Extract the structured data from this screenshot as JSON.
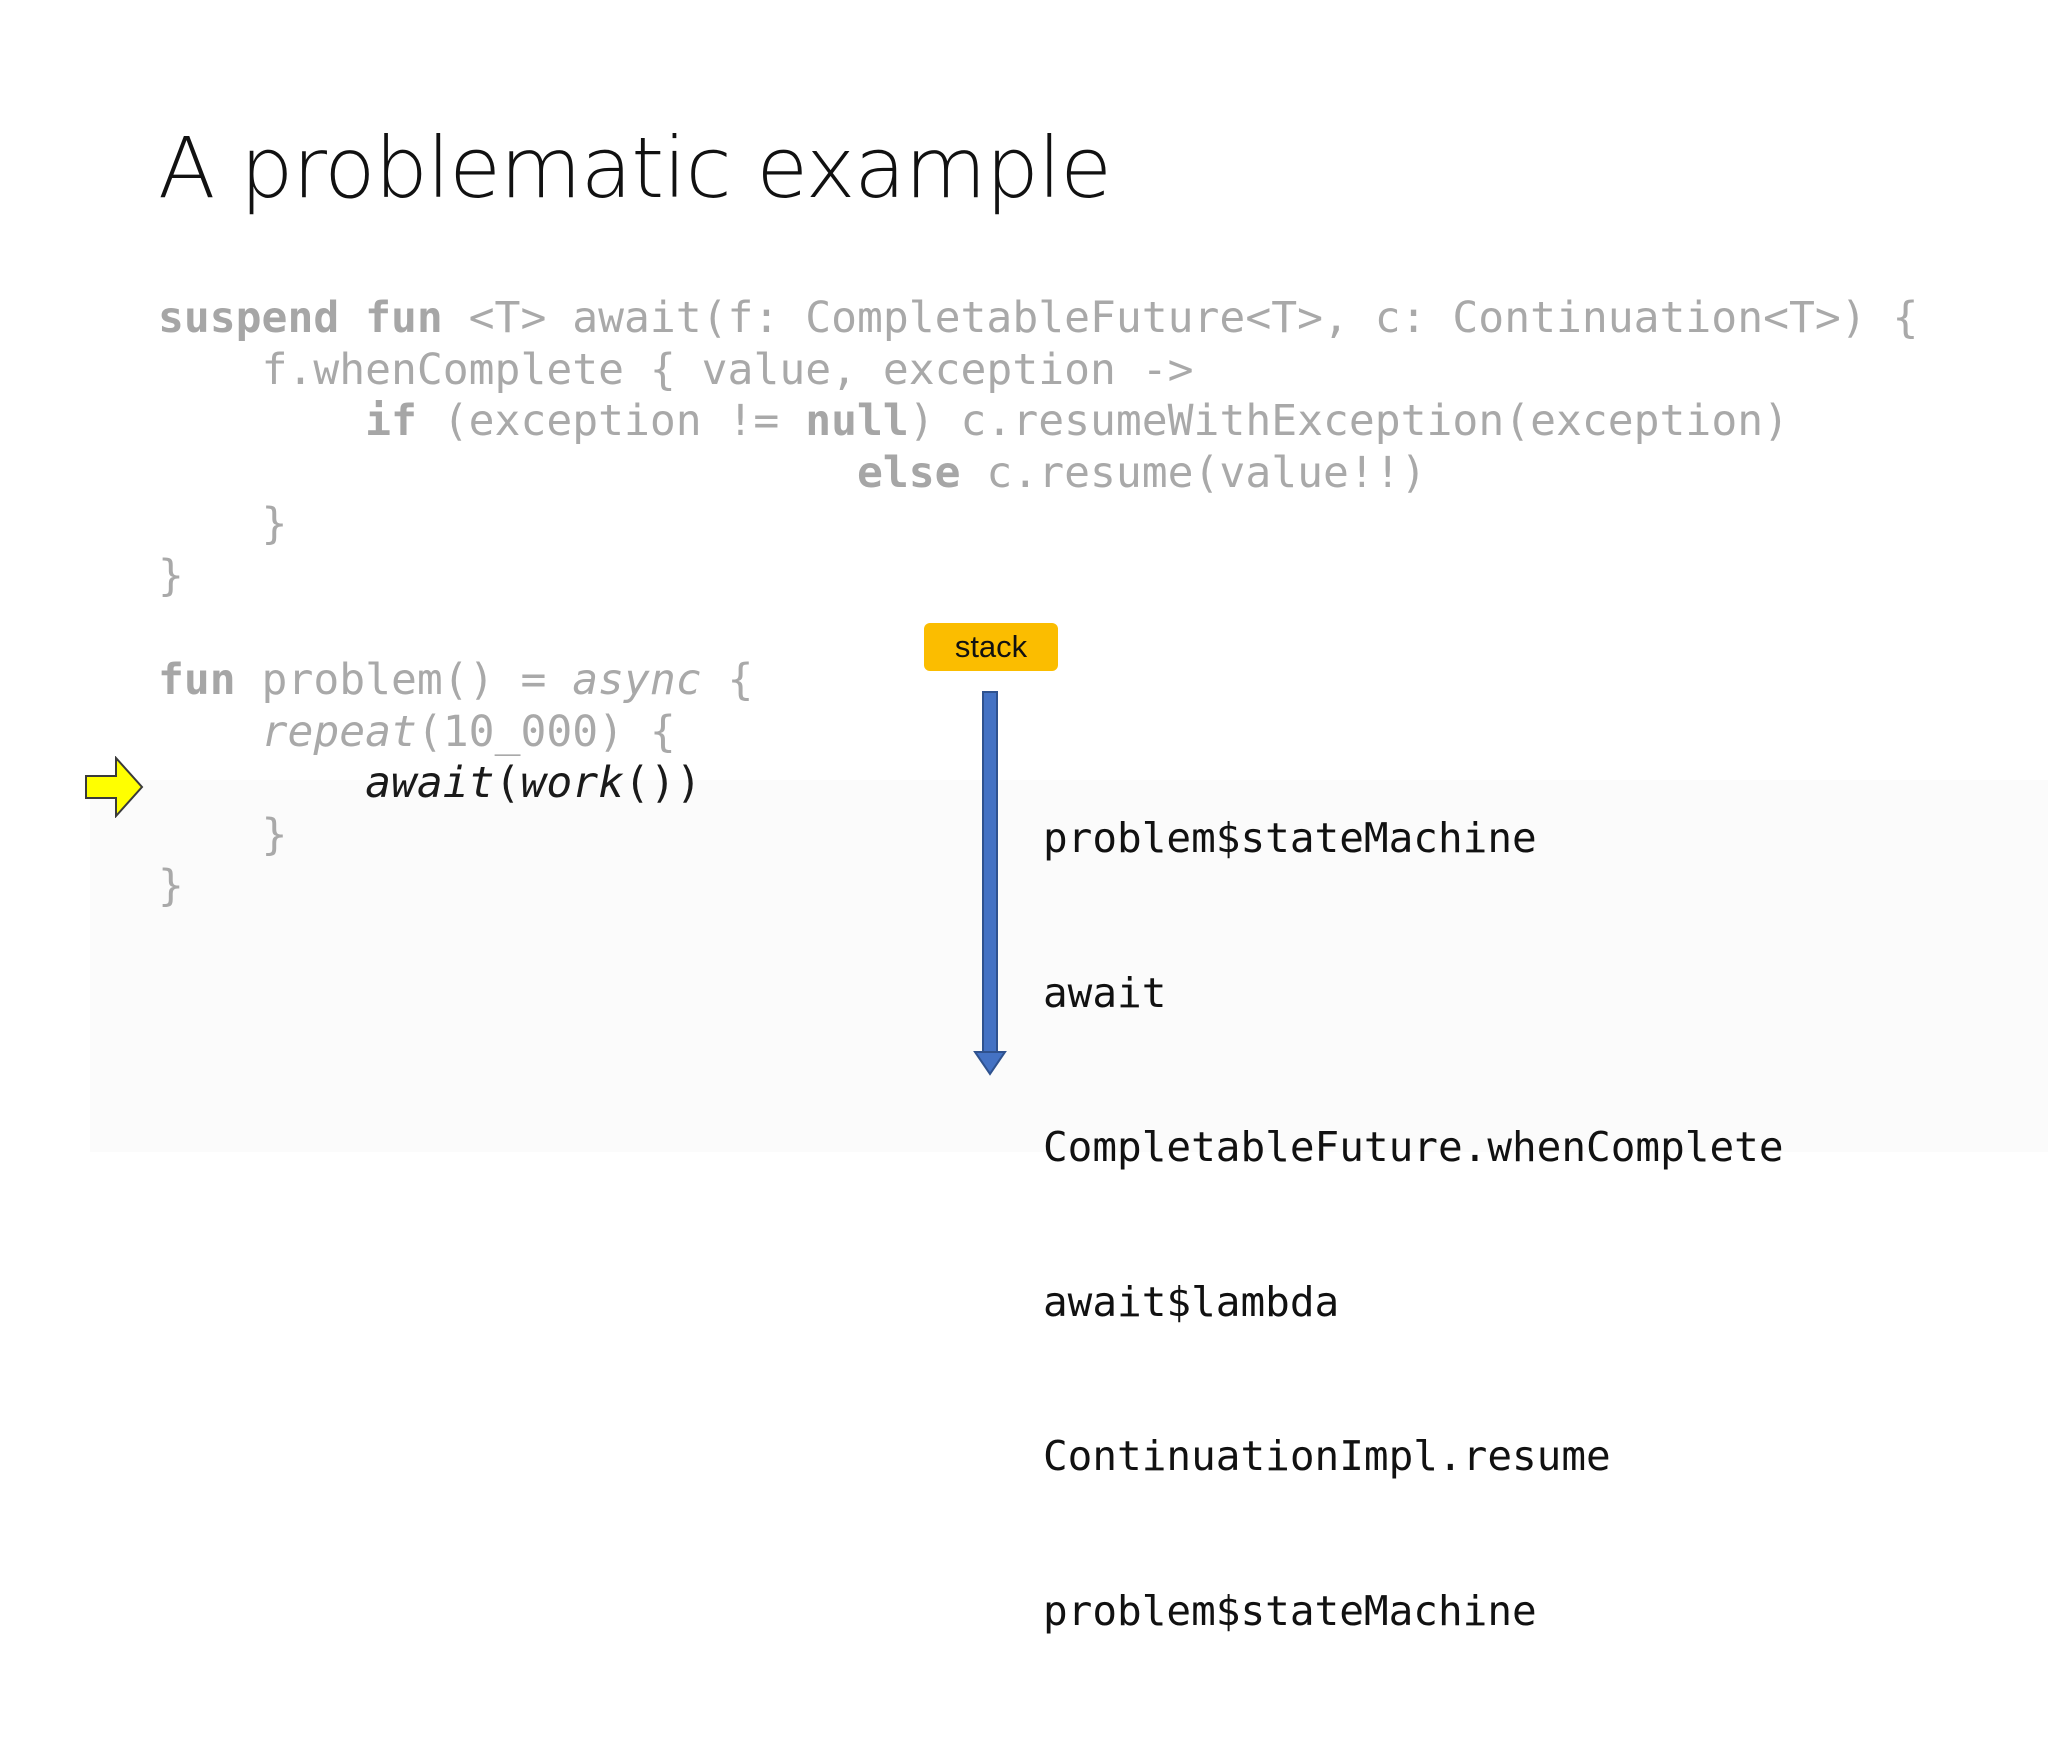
{
  "slide": {
    "title": "A problematic example"
  },
  "code_block_1": {
    "line1": {
      "kw1": "suspend",
      "kw2": "fun",
      "rest": " <T> await(f: CompletableFuture<T>, c: Continuation<T>) {"
    },
    "line2": {
      "indent": "    ",
      "text": "f.whenComplete { value, exception ->"
    },
    "line3": {
      "indent": "        ",
      "kw_if": "if",
      "mid": " (exception != ",
      "kw_null": "null",
      "rest": ") c.resumeWithException(exception)"
    },
    "line4": {
      "indent": "                           ",
      "kw_else": "else",
      "rest": " c.resume(value!!)"
    },
    "line5": {
      "text": "    }"
    },
    "line6": {
      "text": "}"
    }
  },
  "code_block_2": {
    "line1": {
      "kw_fun": "fun",
      "mid": " problem() = ",
      "async": "async",
      "rest": " {"
    },
    "line2": {
      "indent": "    ",
      "repeat": "repeat",
      "rest": "(10_000) {"
    },
    "line3": {
      "indent": "        ",
      "await": "await",
      "open": "(",
      "work": "work",
      "close": "())"
    },
    "line4": {
      "text": "    }"
    },
    "line5": {
      "text": "}"
    }
  },
  "stack": {
    "label": "stack",
    "badge_color": "#fbbd00",
    "arrow_color": "#4472c4",
    "pointer_color": "#ffff00",
    "frames": [
      "problem$stateMachine",
      "await",
      "CompletableFuture.whenComplete",
      "await$lambda",
      "ContinuationImpl.resume",
      "problem$stateMachine"
    ]
  }
}
